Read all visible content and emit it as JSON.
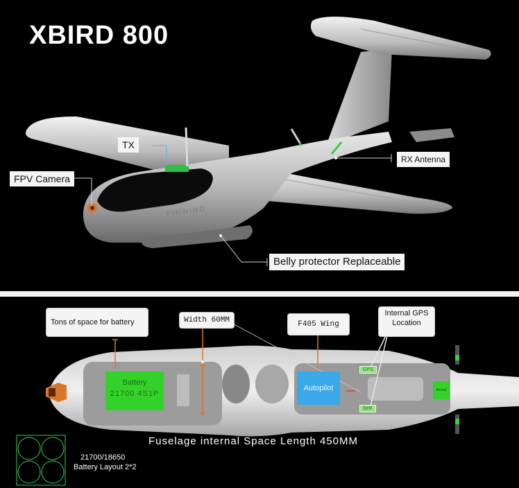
{
  "top": {
    "title": "XBIRD 800",
    "callouts": {
      "tx": "TX",
      "fpv": "FPV Camera",
      "rx": "RX Antenna",
      "belly": "Belly protector Replaceable"
    },
    "fuselage_brand": "FINWING"
  },
  "bottom": {
    "callouts": {
      "battery_space": "Tons of space for battery",
      "width": "Width 60MM",
      "fc": "F405 Wing",
      "gps_line1": "Internal GPS",
      "gps_line2": "Location"
    },
    "battery_label_1": "Battery",
    "battery_label_2": "21700  4S1P",
    "autopilot_label": "Autopilot",
    "gps_tag_1": "GPS",
    "gps_tag_2": "SeR",
    "tail_tag": "Rx-out",
    "length_caption": "Fuselage internal Space Length 450MM",
    "layout_line1": "21700/18650",
    "layout_line2": "Battery Layout 2*2"
  },
  "colors": {
    "background": "#000000",
    "battery_green": "#34d12a",
    "autopilot_blue": "#3aa9ea",
    "leader_orange": "#d9772a",
    "gps_green": "#9be08a"
  }
}
